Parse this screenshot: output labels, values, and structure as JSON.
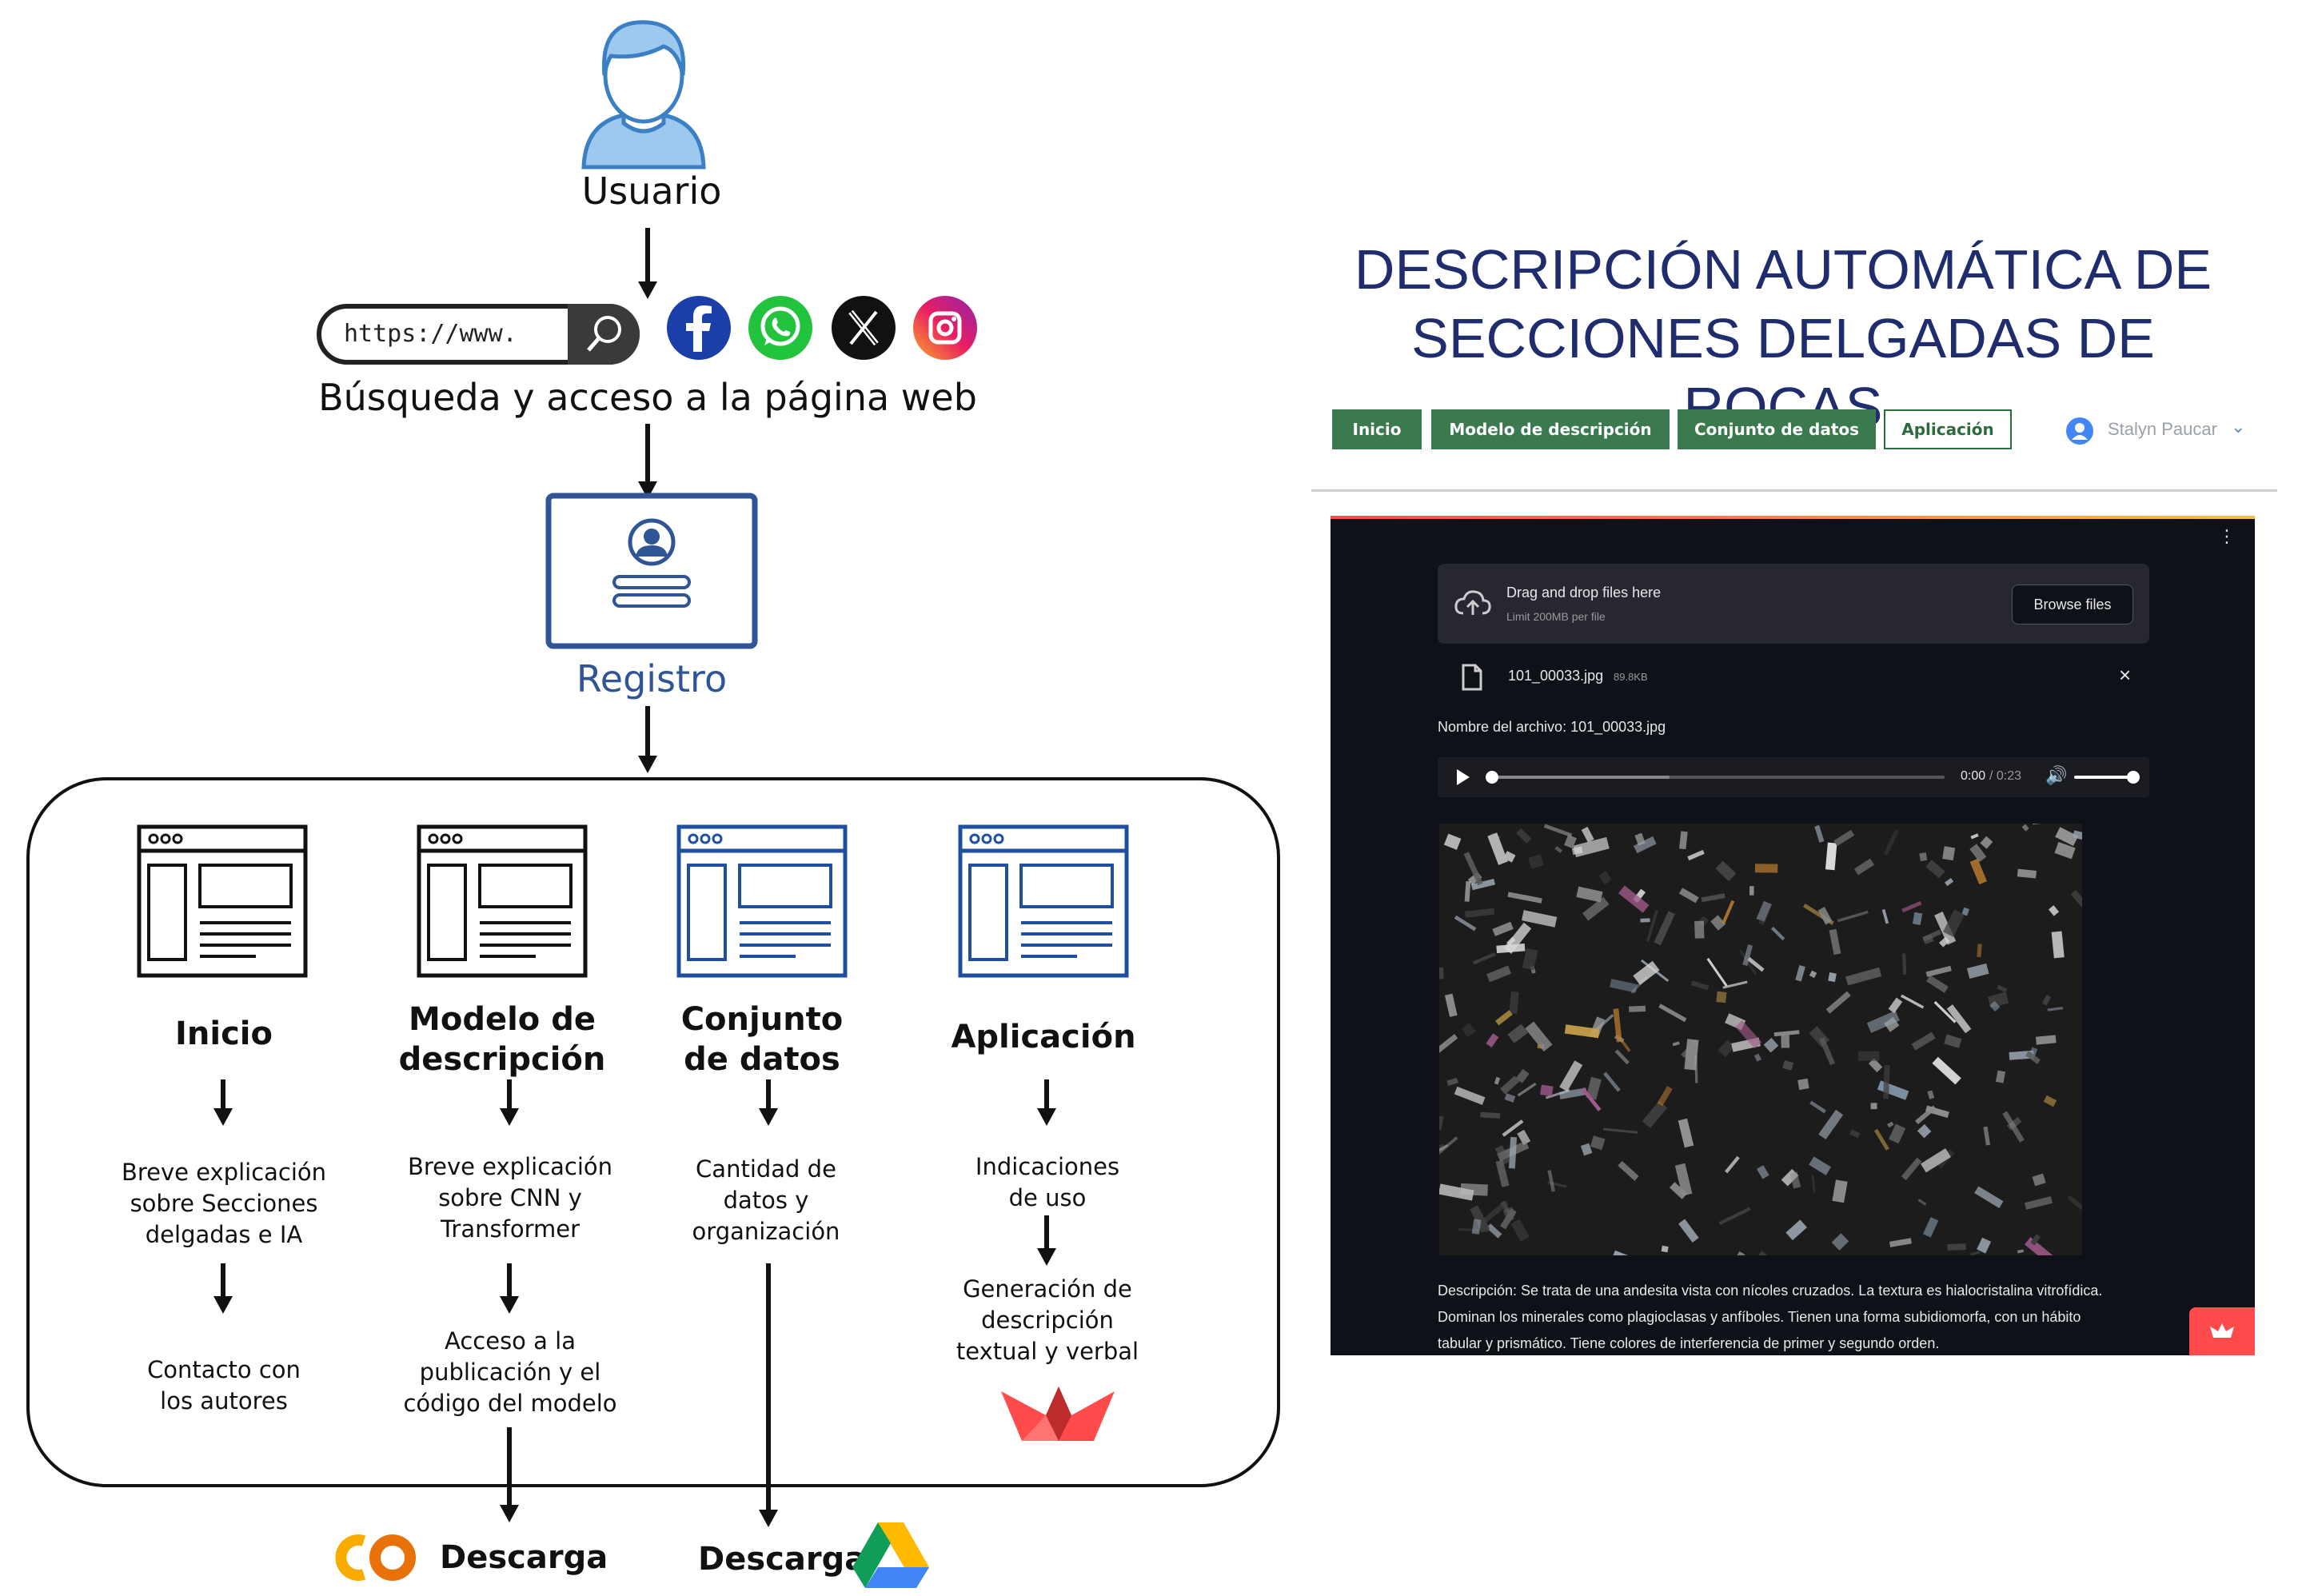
{
  "diagram": {
    "user_label": "Usuario",
    "url_text": "https://www.",
    "search_label": "Búsqueda y acceso a la página web",
    "register_label": "Registro",
    "sections": [
      {
        "title_line1": "Inicio",
        "title_line2": "",
        "desc": [
          "Breve explicación",
          "sobre Secciones",
          "delgadas e IA"
        ],
        "desc2": [
          "Contacto con",
          "los autores"
        ]
      },
      {
        "title_line1": "Modelo de",
        "title_line2": "descripción",
        "desc": [
          "Breve explicación",
          "sobre CNN y",
          "Transformer"
        ],
        "desc2": [
          "Acceso a la",
          "publicación y el",
          "código del modelo"
        ]
      },
      {
        "title_line1": "Conjunto",
        "title_line2": "de datos",
        "desc": [
          "Cantidad de",
          "datos y",
          "organización"
        ],
        "desc2": []
      },
      {
        "title_line1": "Aplicación",
        "title_line2": "",
        "desc": [
          "Indicaciones",
          "de uso"
        ],
        "desc2": [
          "Generación de",
          "descripción",
          "textual y verbal"
        ]
      }
    ],
    "download_colab": "Descarga",
    "download_drive": "Descarga",
    "colors": {
      "blue": "#1f4fa0",
      "light_blue": "#9ec9ee",
      "register_blue": "#2f5597"
    }
  },
  "webapp": {
    "title_line1": "DESCRIPCIÓN AUTOMÁTICA DE",
    "title_line2": "SECCIONES DELGADAS DE ROCAS",
    "nav": [
      "Inicio",
      "Modelo de descripción",
      "Conjunto de datos",
      "Aplicación"
    ],
    "user_name": "Stalyn Paucar",
    "uploader": {
      "drag_text": "Drag and drop files here",
      "limit_text": "Limit 200MB per file",
      "browse_label": "Browse files"
    },
    "file": {
      "name": "101_00033.jpg",
      "size": "89.8KB"
    },
    "file_caption": "Nombre del archivo: 101_00033.jpg",
    "audio": {
      "current": "0:00",
      "total": "/ 0:23"
    },
    "description": [
      "Descripción: Se trata de una andesita vista con nícoles cruzados. La textura es hialocristalina vitrofídica.",
      "Dominan los minerales como plagioclasas y anfíboles. Tienen una forma subidiomorfa, con un hábito",
      "tabular y prismático. Tiene colores de interferencia de primer y segundo orden."
    ],
    "colors": {
      "nav_green": "#3b7a4e",
      "title_blue": "#1f2c6e",
      "app_bg": "#0e1117",
      "accent_red": "#ff4b4b"
    }
  }
}
